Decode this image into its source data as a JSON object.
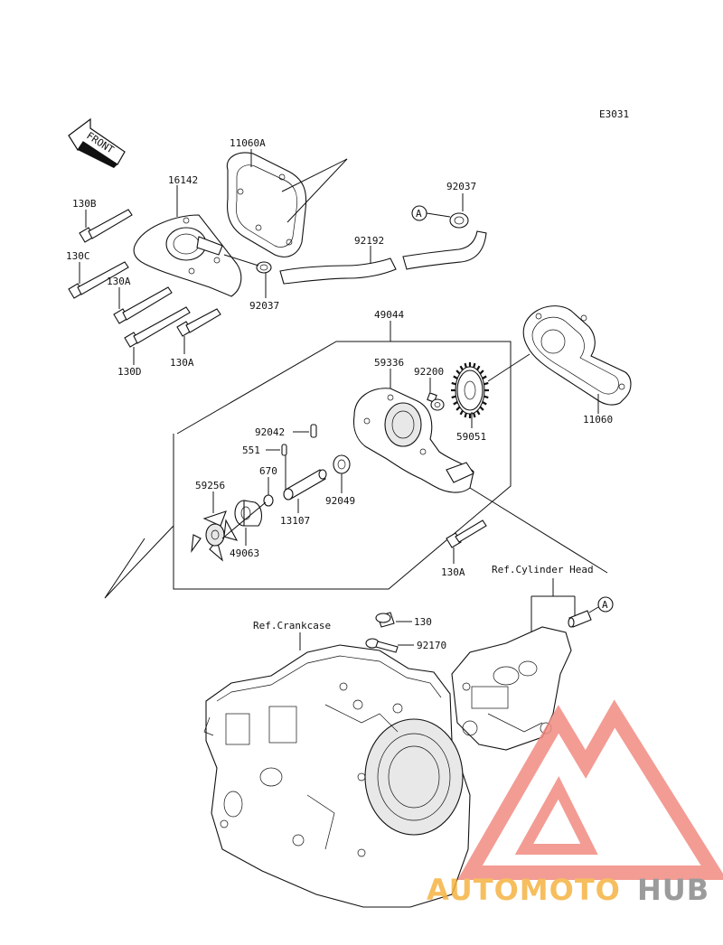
{
  "diagram_code": "E3031",
  "front_label": "FRONT",
  "parts": {
    "p11060A": "11060A",
    "p16142": "16142",
    "p130B": "130B",
    "p130C": "130C",
    "p130A_1": "130A",
    "p130D": "130D",
    "p130A_2": "130A",
    "p92037_1": "92037",
    "p92037_2": "92037",
    "p92192": "92192",
    "p49044": "49044",
    "p59336": "59336",
    "p92200": "92200",
    "p59051": "59051",
    "p11060": "11060",
    "p92042": "92042",
    "p551": "551",
    "p670": "670",
    "p59256": "59256",
    "p92049": "92049",
    "p13107": "13107",
    "p49063": "49063",
    "p130A_3": "130A",
    "p130": "130",
    "p92170": "92170"
  },
  "callouts": {
    "a1": "A",
    "a2": "A"
  },
  "references": {
    "cylinder_head": "Ref.Cylinder Head",
    "crankcase": "Ref.Crankcase"
  },
  "watermark": {
    "part1": "AUTOMOTO",
    "part2": "HUB",
    "color_accent": "#f28b82",
    "color_orange": "#f5b342",
    "color_gray": "#8a8a8a"
  }
}
